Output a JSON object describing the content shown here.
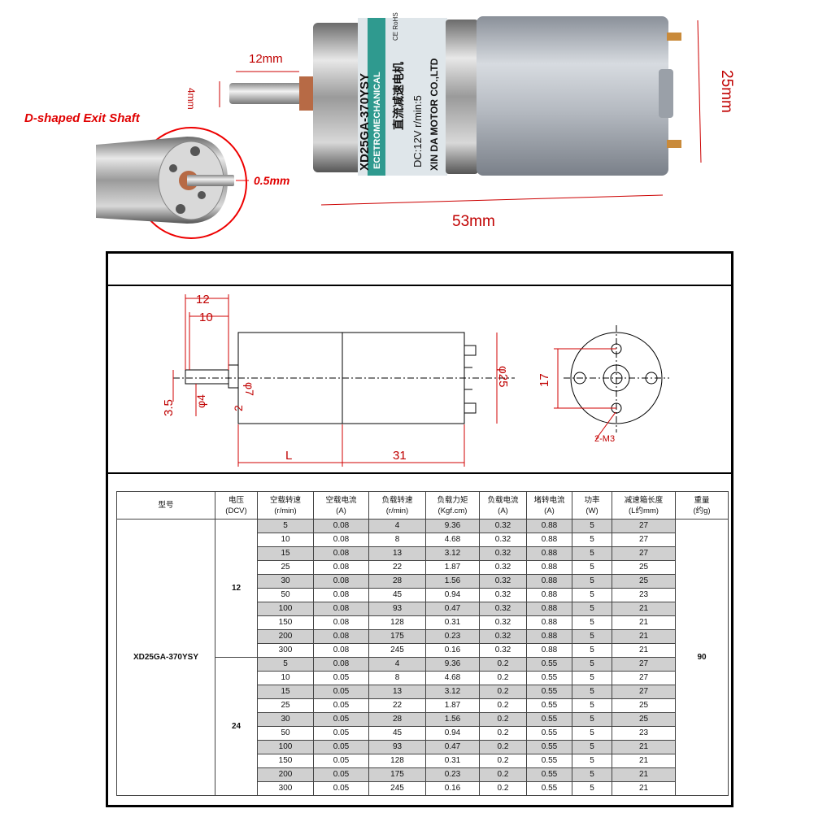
{
  "photo": {
    "dim_shaft_length": "12mm",
    "dim_shaft_dia": "4mm",
    "dim_diameter": "25mm",
    "dim_total_length": "53mm",
    "d_shaft_title": "D-shaped Exit Shaft",
    "d_shaft_flat": "0.5mm",
    "label_model": "XD25GA-370YSY",
    "label_brand": "ECETROMECHANICAL",
    "label_cn": "直流减速电机",
    "label_spec": "DC:12V  r/min:5",
    "label_maker": "XIN DA MOTOR CO.,LTD",
    "label_ce": "CE RoHS"
  },
  "drawing": {
    "dim_12": "12",
    "dim_10": "10",
    "dim_7": "φ7",
    "dim_4": "φ4",
    "dim_3_5": "3.5",
    "dim_2": "2",
    "dim_L": "L",
    "dim_31": "31",
    "dim_25": "φ25",
    "dim_17": "17",
    "dim_m3": "2-M3"
  },
  "table": {
    "headers": [
      "型号",
      "电压\n(DCV)",
      "空载转速\n(r/min)",
      "空载电流\n(A)",
      "负载转速\n(r/min)",
      "负载力矩\n(Kgf.cm)",
      "负载电流\n(A)",
      "堵转电流\n(A)",
      "功率\n(W)",
      "减速箱长度\n(L约mm)",
      "重量\n(约g)"
    ],
    "model": "XD25GA-370YSY",
    "weight": "90",
    "groups": [
      {
        "voltage": "12",
        "rows": [
          [
            "5",
            "0.08",
            "4",
            "9.36",
            "0.32",
            "0.88",
            "5",
            "27"
          ],
          [
            "10",
            "0.08",
            "8",
            "4.68",
            "0.32",
            "0.88",
            "5",
            "27"
          ],
          [
            "15",
            "0.08",
            "13",
            "3.12",
            "0.32",
            "0.88",
            "5",
            "27"
          ],
          [
            "25",
            "0.08",
            "22",
            "1.87",
            "0.32",
            "0.88",
            "5",
            "25"
          ],
          [
            "30",
            "0.08",
            "28",
            "1.56",
            "0.32",
            "0.88",
            "5",
            "25"
          ],
          [
            "50",
            "0.08",
            "45",
            "0.94",
            "0.32",
            "0.88",
            "5",
            "23"
          ],
          [
            "100",
            "0.08",
            "93",
            "0.47",
            "0.32",
            "0.88",
            "5",
            "21"
          ],
          [
            "150",
            "0.08",
            "128",
            "0.31",
            "0.32",
            "0.88",
            "5",
            "21"
          ],
          [
            "200",
            "0.08",
            "175",
            "0.23",
            "0.32",
            "0.88",
            "5",
            "21"
          ],
          [
            "300",
            "0.08",
            "245",
            "0.16",
            "0.32",
            "0.88",
            "5",
            "21"
          ]
        ]
      },
      {
        "voltage": "24",
        "rows": [
          [
            "5",
            "0.08",
            "4",
            "9.36",
            "0.2",
            "0.55",
            "5",
            "27"
          ],
          [
            "10",
            "0.05",
            "8",
            "4.68",
            "0.2",
            "0.55",
            "5",
            "27"
          ],
          [
            "15",
            "0.05",
            "13",
            "3.12",
            "0.2",
            "0.55",
            "5",
            "27"
          ],
          [
            "25",
            "0.05",
            "22",
            "1.87",
            "0.2",
            "0.55",
            "5",
            "25"
          ],
          [
            "30",
            "0.05",
            "28",
            "1.56",
            "0.2",
            "0.55",
            "5",
            "25"
          ],
          [
            "50",
            "0.05",
            "45",
            "0.94",
            "0.2",
            "0.55",
            "5",
            "23"
          ],
          [
            "100",
            "0.05",
            "93",
            "0.47",
            "0.2",
            "0.55",
            "5",
            "21"
          ],
          [
            "150",
            "0.05",
            "128",
            "0.31",
            "0.2",
            "0.55",
            "5",
            "21"
          ],
          [
            "200",
            "0.05",
            "175",
            "0.23",
            "0.2",
            "0.55",
            "5",
            "21"
          ],
          [
            "300",
            "0.05",
            "245",
            "0.16",
            "0.2",
            "0.55",
            "5",
            "21"
          ]
        ]
      }
    ]
  }
}
